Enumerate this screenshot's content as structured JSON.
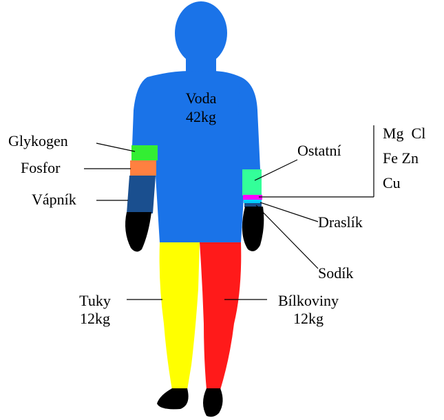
{
  "figure": {
    "water": {
      "label": "Voda",
      "amount": "42kg",
      "color": "#1a73e8"
    },
    "fat": {
      "label": "Tuky",
      "amount": "12kg",
      "color": "#ffff00"
    },
    "protein": {
      "label": "Bílkoviny",
      "amount": "12kg",
      "color": "#ff1a1a"
    },
    "glycogen": {
      "label": "Glykogen",
      "color": "#33ee33"
    },
    "phosphorus": {
      "label": "Fosfor",
      "color": "#ff8040"
    },
    "calcium": {
      "label": "Vápník",
      "color": "#1a4f8f"
    },
    "other": {
      "label": "Ostatní",
      "color": "#33ff99"
    },
    "potassium": {
      "label": "Draslík",
      "color": "#ff00ff"
    },
    "sodium": {
      "label": "Sodík",
      "color": "#00ccff"
    },
    "trace_elements": {
      "line1": "Mg  Cl",
      "line2": "Fe Zn",
      "line3": "Cu"
    },
    "hand_color": "#000000",
    "foot_color": "#000000"
  }
}
